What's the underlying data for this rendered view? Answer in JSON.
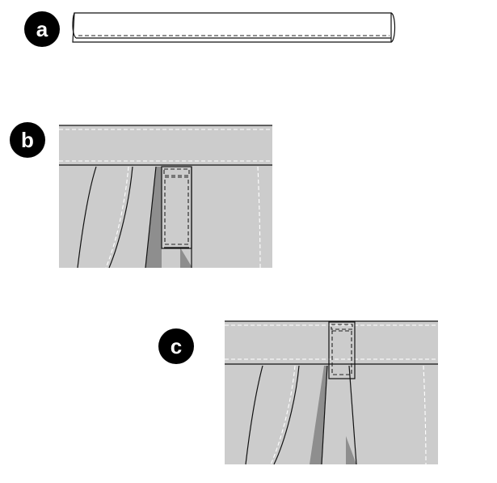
{
  "steps": [
    {
      "id": "a",
      "label": "a"
    },
    {
      "id": "b",
      "label": "b"
    },
    {
      "id": "c",
      "label": "c"
    }
  ],
  "colors": {
    "fabric": "#cccccc",
    "fabric_shadow": "#8e8e8e",
    "outline": "#111111",
    "badge": "#000000",
    "background": "#ffffff"
  }
}
